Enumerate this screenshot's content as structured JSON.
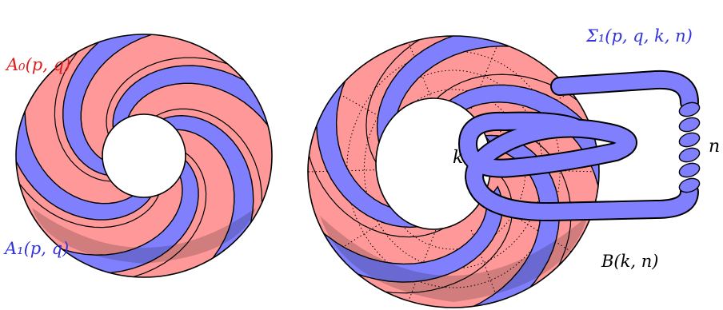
{
  "colors": {
    "pink": "#ff9999",
    "blue": "#8080ff",
    "red_text": "#e11d1d",
    "blue_text": "#3333dd",
    "black": "#000000"
  },
  "labels": {
    "a0": "A₀(p, q)",
    "a1": "A₁(p, q)",
    "sigma": "Σ₁(p, q, k, n)",
    "b": "B(k, n)",
    "k": "k",
    "n": "n"
  }
}
